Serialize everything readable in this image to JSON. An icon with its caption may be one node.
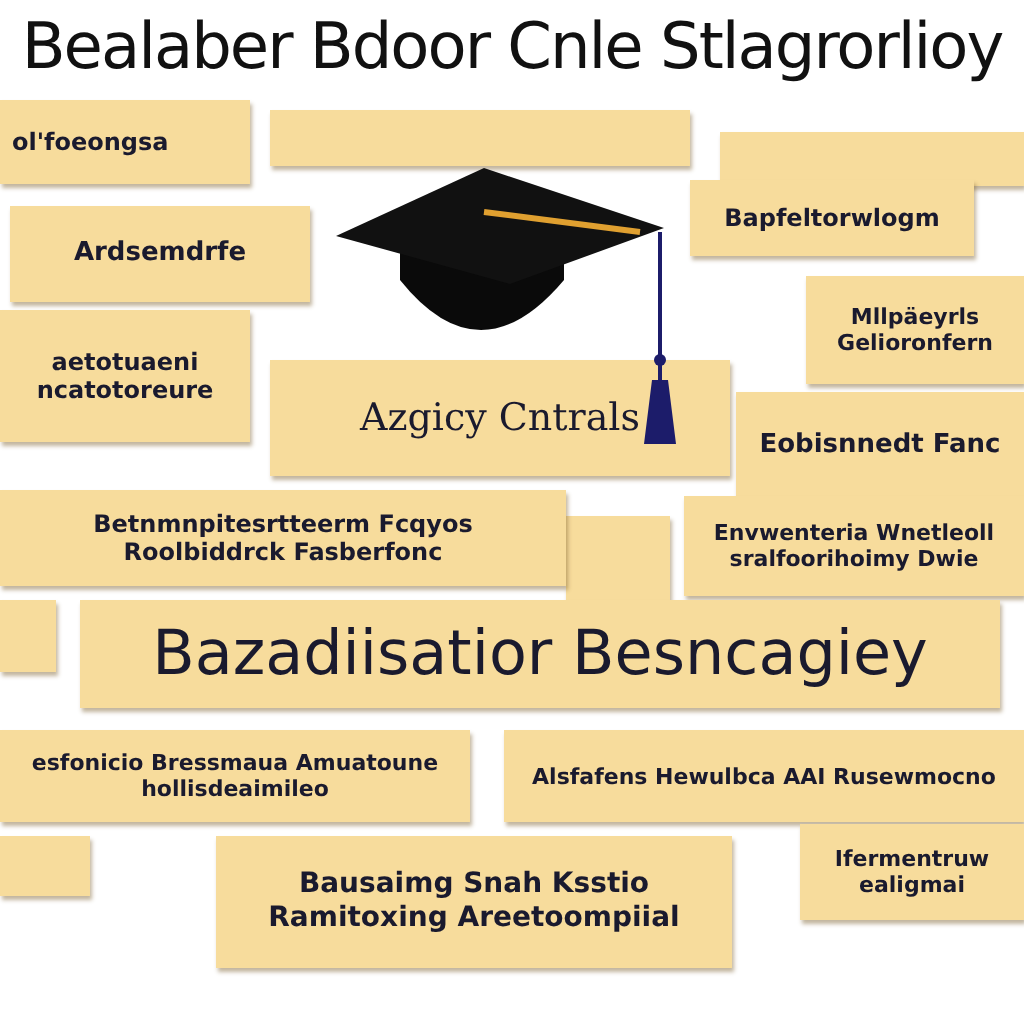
{
  "diagram": {
    "title": "Bealaber Bdoor Cnle Stlagrorlioy",
    "nodes": [
      {
        "text": [
          "ol'foeongsa"
        ]
      },
      {
        "text": [],
        "shape": "box"
      },
      {
        "text": [],
        "shape": "box"
      },
      {
        "text": [
          "Bapfeltorwlogm"
        ]
      },
      {
        "text": [
          "Ardsemdrfe"
        ]
      },
      {
        "text": [
          "aetotuaeni ncatotoreure"
        ]
      },
      {
        "text": [
          "Mllpäeyrls Gelioronfern"
        ]
      },
      {
        "text": [
          "Azgicy Cntrals"
        ]
      },
      {
        "text": [
          "Eobisnnedt Fanc"
        ]
      },
      {
        "text": [
          "Betnmnpitesrtteerm Fcqyos Roolbiddrck Fasberfonc"
        ]
      },
      {
        "text": [],
        "shape": "box"
      },
      {
        "text": [
          "Envwenteria Wnetleoll sralfoorihoimy Dwie"
        ]
      },
      {
        "text": [],
        "shape": "box"
      },
      {
        "text": [
          "Bazadiisatior Besncagiey"
        ]
      },
      {
        "text": [
          "esfonicio Bressmaua Amuatoune hollisdeaimileo"
        ]
      },
      {
        "text": [
          "Alsfafens Hewulbca AAI Rusewmocno"
        ]
      },
      {
        "text": [],
        "shape": "box"
      },
      {
        "text": [
          "Bausaimg Snah Ksstio Ramitoxing Areetoompiial"
        ]
      },
      {
        "text": [
          "Ifermentruw ealigmai"
        ]
      }
    ]
  }
}
